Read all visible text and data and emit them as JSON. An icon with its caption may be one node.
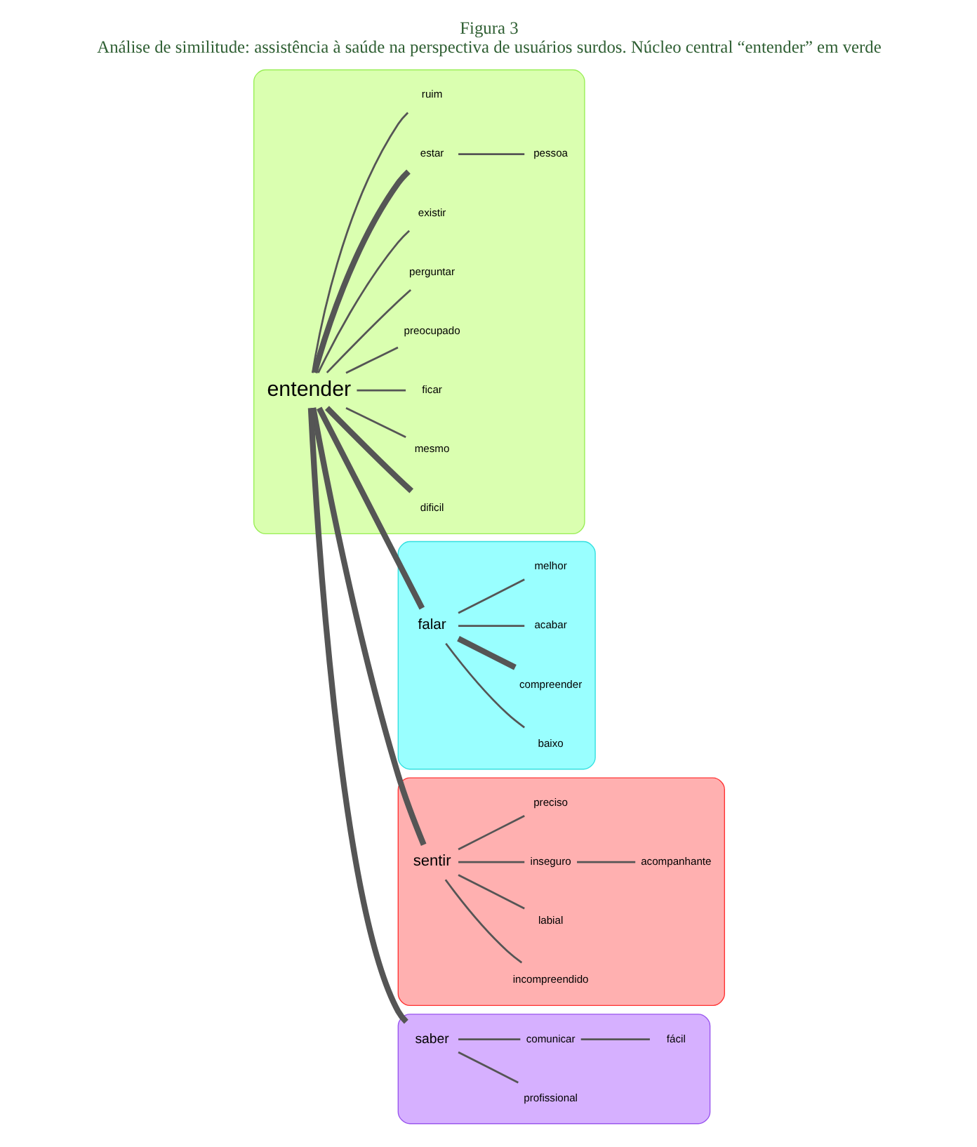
{
  "diagram": {
    "title": "Figura 3",
    "caption": "Análise de similitude: assistência à saúde na perspectiva de usuários surdos. Núcleo central “entender” em verde",
    "nodes": [
      {
        "text": [],
        "shape": "polygon"
      },
      {
        "text": [
          "baixo"
        ],
        "in": 0
      },
      {
        "text": [
          "compreender"
        ],
        "in": 0
      },
      {
        "text": [
          "acabar"
        ],
        "in": 0
      },
      {
        "text": [
          "melhor"
        ],
        "in": 0
      },
      {
        "text": [
          "falar"
        ],
        "in": 0
      },
      {
        "text": [],
        "shape": "polygon"
      },
      {
        "text": [
          "incompreendido"
        ],
        "in": 6
      },
      {
        "text": [
          "labial"
        ],
        "in": 6
      },
      {
        "text": [
          "sentir"
        ],
        "in": 6
      },
      {
        "text": [
          "inseguro"
        ],
        "in": 6
      },
      {
        "text": [
          "acompanhante"
        ],
        "in": 6
      },
      {
        "text": [
          "preciso"
        ],
        "in": 6
      },
      {
        "text": [],
        "shape": "polygon"
      },
      {
        "text": [
          "dificil"
        ],
        "in": 13
      },
      {
        "text": [
          "mesmo"
        ],
        "in": 13
      },
      {
        "text": [
          "ficar"
        ],
        "in": 13
      },
      {
        "text": [
          "entender"
        ],
        "in": 13
      },
      {
        "text": [
          "preocupado"
        ],
        "in": 13
      },
      {
        "text": [
          "perguntar"
        ],
        "in": 13
      },
      {
        "text": [
          "existir"
        ],
        "in": 13
      },
      {
        "text": [
          "estar"
        ],
        "in": 13
      },
      {
        "text": [
          "ruim"
        ],
        "in": 13
      },
      {
        "text": [
          "pessoa"
        ],
        "in": 13
      },
      {
        "text": [],
        "shape": "polygon"
      },
      {
        "text": [
          "saber"
        ],
        "in": 24
      },
      {
        "text": [
          "profissional"
        ],
        "in": 24
      },
      {
        "text": [
          "comunicar"
        ],
        "in": 24
      },
      {
        "text": [
          "fácil"
        ],
        "in": 24
      }
    ],
    "edges": [
      {
        "from": 5,
        "to": 1,
        "arrow": "none"
      },
      {
        "from": 5,
        "to": 2,
        "arrow": "none",
        "style": "thick"
      },
      {
        "from": 5,
        "to": 3,
        "arrow": "none"
      },
      {
        "from": 5,
        "to": 4,
        "arrow": "none"
      },
      {
        "from": 17,
        "to": 5,
        "arrow": "none",
        "style": "thick"
      },
      {
        "from": 9,
        "to": 7,
        "arrow": "none"
      },
      {
        "from": 9,
        "to": 8,
        "arrow": "none"
      },
      {
        "from": 9,
        "to": 10,
        "arrow": "none"
      },
      {
        "from": 10,
        "to": 11,
        "arrow": "none"
      },
      {
        "from": 9,
        "to": 12,
        "arrow": "none"
      },
      {
        "from": 17,
        "to": 9,
        "arrow": "none",
        "style": "thick"
      },
      {
        "from": 17,
        "to": 14,
        "arrow": "none",
        "style": "thick"
      },
      {
        "from": 17,
        "to": 15,
        "arrow": "none"
      },
      {
        "from": 17,
        "to": 16,
        "arrow": "none"
      },
      {
        "from": 17,
        "to": 18,
        "arrow": "none"
      },
      {
        "from": 17,
        "to": 19,
        "arrow": "none"
      },
      {
        "from": 17,
        "to": 20,
        "arrow": "none"
      },
      {
        "from": 17,
        "to": 21,
        "arrow": "none",
        "style": "thick"
      },
      {
        "from": 17,
        "to": 22,
        "arrow": "none"
      },
      {
        "from": 21,
        "to": 23,
        "arrow": "none"
      },
      {
        "from": 17,
        "to": 25,
        "arrow": "none",
        "style": "thick"
      },
      {
        "from": 25,
        "to": 26,
        "arrow": "none"
      },
      {
        "from": 25,
        "to": 27,
        "arrow": "none"
      },
      {
        "from": 27,
        "to": 28,
        "arrow": "none"
      }
    ]
  }
}
